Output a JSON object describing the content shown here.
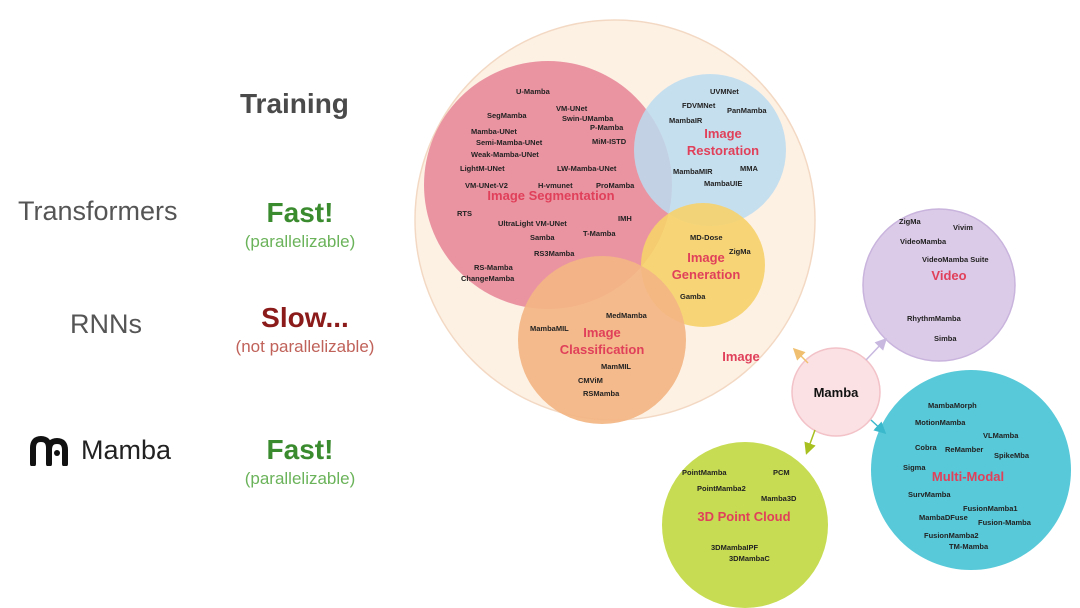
{
  "table": {
    "header": "Training",
    "rows": [
      {
        "label": "Transformers",
        "value": "Fast!",
        "note": "(parallelizable)"
      },
      {
        "label": "RNNs",
        "value": "Slow...",
        "note": "(not parallelizable)"
      },
      {
        "label": "Mamba",
        "value": "Fast!",
        "note": "(parallelizable)"
      }
    ]
  },
  "diagram": {
    "center": "Mamba",
    "categories": {
      "image": "Image",
      "image_segmentation": "Image Segmentation",
      "image_restoration_1": "Image",
      "image_restoration_2": "Restoration",
      "image_generation_1": "Image",
      "image_generation_2": "Generation",
      "image_classification_1": "Image",
      "image_classification_2": "Classification",
      "video": "Video",
      "multi_modal": "Multi-Modal",
      "point_cloud": "3D Point Cloud"
    },
    "models": {
      "segmentation": [
        "U-Mamba",
        "SegMamba",
        "VM-UNet",
        "Swin-UMamba",
        "Mamba-UNet",
        "P-Mamba",
        "Semi-Mamba-UNet",
        "MiM-ISTD",
        "Weak-Mamba-UNet",
        "LightM-UNet",
        "LW-Mamba-UNet",
        "VM-UNet-V2",
        "H-vmunet",
        "ProMamba",
        "RTS",
        "UltraLight VM-UNet",
        "IMH",
        "Samba",
        "T-Mamba",
        "RS3Mamba",
        "RS-Mamba",
        "ChangeMamba"
      ],
      "restoration": [
        "UVMNet",
        "FDVMNet",
        "PanMamba",
        "MambaIR",
        "MambaMIR",
        "MMA",
        "MambaUIE"
      ],
      "generation": [
        "MD-Dose",
        "ZigMa",
        "Gamba"
      ],
      "classification": [
        "MedMamba",
        "MambaMIL",
        "MamMIL",
        "CMViM",
        "RSMamba"
      ],
      "video": [
        "ZigMa",
        "Vivim",
        "VideoMamba",
        "VideoMamba Suite",
        "RhythmMamba",
        "Simba"
      ],
      "multi_modal": [
        "MambaMorph",
        "MotionMamba",
        "VLMamba",
        "Cobra",
        "ReMamber",
        "SpikeMba",
        "Sigma",
        "SurvMamba",
        "FusionMamba1",
        "MambaDFuse",
        "Fusion-Mamba",
        "FusionMamba2",
        "TM-Mamba"
      ],
      "point_cloud": [
        "PointMamba",
        "PCM",
        "PointMamba2",
        "Mamba3D",
        "3DMambaIPF",
        "3DMambaC"
      ]
    },
    "colors": {
      "image_bg": "#fdf1e4",
      "segmentation": "#e88a9a",
      "restoration": "#bcdcf0",
      "generation": "#f6d26a",
      "classification": "#f3b583",
      "video": "#dccbe8",
      "multi_modal": "#58c9d9",
      "point_cloud": "#c7dc52",
      "mamba": "#fbe1e3",
      "category_text": "#e0405a"
    }
  }
}
